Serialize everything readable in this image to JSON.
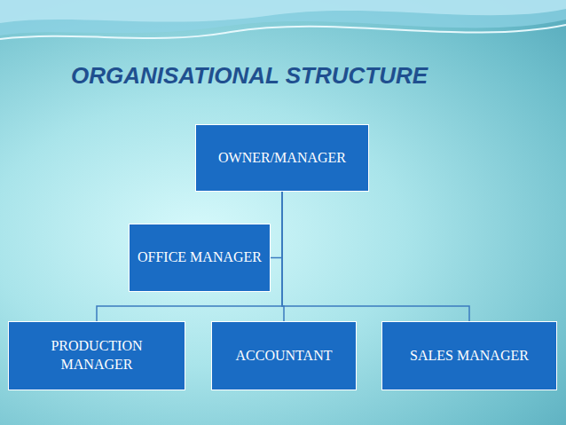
{
  "diagram": {
    "title": "ORGANISATIONAL STRUCTURE",
    "nodes": [
      {
        "text": [
          "OWNER/MANAGER"
        ]
      },
      {
        "text": [
          "OFFICE MANAGER"
        ]
      },
      {
        "text": [
          "PRODUCTION MANAGER"
        ]
      },
      {
        "text": [
          "ACCOUNTANT"
        ]
      },
      {
        "text": [
          "SALES MANAGER"
        ]
      }
    ],
    "edges": [
      {
        "from": 0,
        "to": 1,
        "arrow": "none"
      },
      {
        "from": 0,
        "to": 2,
        "arrow": "none"
      },
      {
        "from": 0,
        "to": 3,
        "arrow": "none"
      },
      {
        "from": 0,
        "to": 4,
        "arrow": "none"
      }
    ]
  }
}
